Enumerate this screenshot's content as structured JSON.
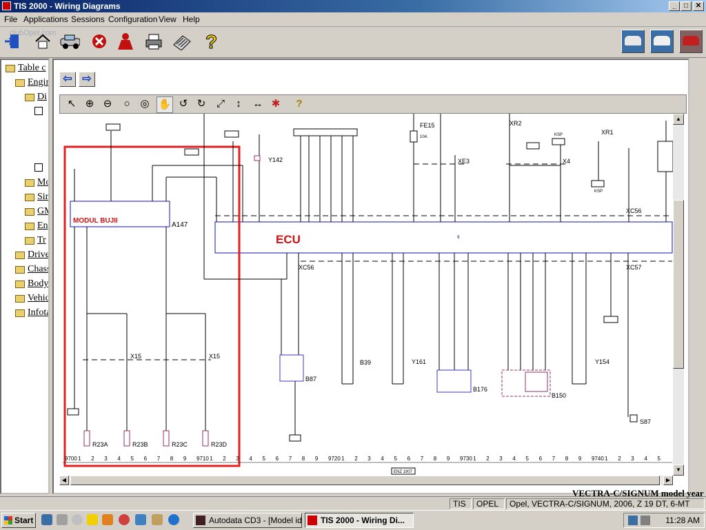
{
  "window": {
    "title": "TIS 2000 - Wiring Diagrams",
    "minimize": "_",
    "maximize": "□",
    "close": "✕"
  },
  "watermark": "clubOpel.com",
  "menu": [
    "File",
    "Applications",
    "Sessions",
    "Configuration",
    "View",
    "Help"
  ],
  "toolbar": {
    "icons": [
      "exit-icon",
      "home-icon",
      "vehicle-icon",
      "stop-icon",
      "user-icon",
      "print-icon",
      "notes-icon",
      "help-icon"
    ],
    "right_icons": [
      "vehicle-select-1-icon",
      "vehicle-select-2-icon",
      "vehicle-select-3-icon"
    ]
  },
  "tree": {
    "items": [
      "Table c",
      "Engin",
      "Di",
      "Mo",
      "Sir",
      "GM",
      "En",
      "Tr",
      "Drive",
      "Chass",
      "Body",
      "Vehic",
      "Infota"
    ]
  },
  "nav": {
    "back": "⇦",
    "forward": "⇨"
  },
  "diagram_tools": [
    "pointer-icon",
    "zoom-in-icon",
    "zoom-out-icon",
    "zoom-icon",
    "zoom-window-icon",
    "pan-hand-icon",
    "rotate-left-icon",
    "rotate-right-icon",
    "fit-page-icon",
    "fit-height-icon",
    "fit-width-icon",
    "highlight-icon",
    "help-icon"
  ],
  "diagram": {
    "ecu_label": "ECU",
    "modul_label": "MODUL BUJII",
    "components": {
      "a147": "A147",
      "fe15": "FE15",
      "xr2": "XR2",
      "xr1": "XR1",
      "y142": "Y142",
      "xe3": "XE3",
      "x4": "X4",
      "xc56_top": "XC56",
      "xc56_bottom": "XC56",
      "xc57": "XC57",
      "x15_1": "X15",
      "x15_2": "X15",
      "b87": "B87",
      "b39": "B39",
      "y161": "Y161",
      "b176": "B176",
      "b150": "B150",
      "y154": "Y154",
      "s87": "S87",
      "r23a": "R23A",
      "r23b": "R23B",
      "r23c": "R23C",
      "r23d": "R23D",
      "ksp": "KSP",
      "ksp2": "KSP",
      "fuse10a": "10A"
    },
    "ruler": [
      "9700",
      "1",
      "2",
      "3",
      "4",
      "5",
      "6",
      "7",
      "8",
      "9",
      "9710",
      "1",
      "2",
      "3",
      "4",
      "5",
      "6",
      "7",
      "8",
      "9",
      "9720",
      "1",
      "2",
      "3",
      "4",
      "5",
      "6",
      "7",
      "8",
      "9",
      "9730",
      "1",
      "2",
      "3",
      "4",
      "5",
      "6",
      "7",
      "8",
      "9",
      "9740",
      "1",
      "2",
      "3",
      "4",
      "5"
    ],
    "footer_tag": "ENZ 1907"
  },
  "footer_text": "VECTRA-C/SIGNUM   model year 2006",
  "status": {
    "app": "TIS",
    "make": "OPEL",
    "vehicle": "Opel, VECTRA-C/SIGNUM, 2006, Z 19 DT, 6-MT"
  },
  "taskbar": {
    "start": "Start",
    "tasks": [
      "Autodata CD3 - [Model id...",
      "TIS 2000 - Wiring Di..."
    ],
    "clock": "11:28 AM"
  }
}
